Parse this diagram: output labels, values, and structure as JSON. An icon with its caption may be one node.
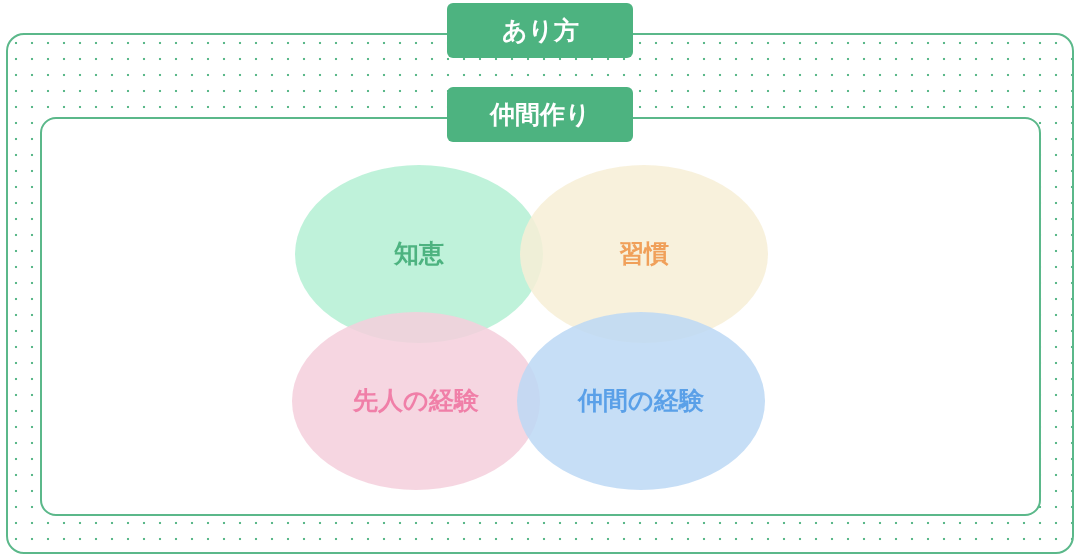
{
  "diagram": {
    "nodes": [
      {
        "text": [
          "あり方"
        ]
      },
      {
        "text": [
          "仲間作り"
        ],
        "in": 0
      },
      {
        "text": [
          "知恵"
        ],
        "in": 1
      },
      {
        "text": [
          "習慣"
        ],
        "in": 1
      },
      {
        "text": [
          "先人の経験"
        ],
        "in": 1
      },
      {
        "text": [
          "仲間の経験"
        ],
        "in": 1
      }
    ]
  }
}
